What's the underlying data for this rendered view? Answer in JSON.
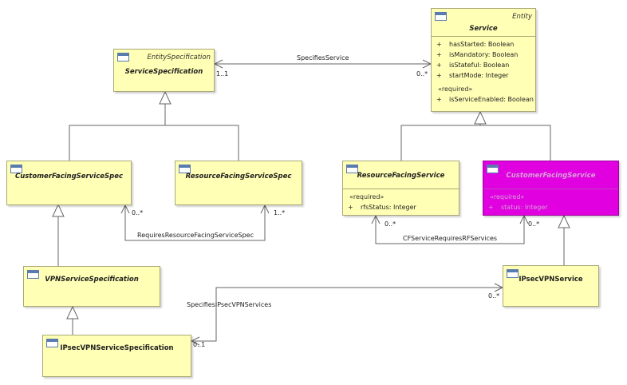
{
  "classes": {
    "service_spec": {
      "stereotype": "EntitySpecification",
      "name": "ServiceSpecification"
    },
    "service": {
      "stereotype": "Entity",
      "name": "Service",
      "attributes": [
        {
          "vis": "+",
          "text": "hasStarted: Boolean"
        },
        {
          "vis": "+",
          "text": "isMandatory: Boolean"
        },
        {
          "vis": "+",
          "text": "isStateful: Boolean"
        },
        {
          "vis": "+",
          "text": "startMode: Integer"
        }
      ],
      "required_label": "«required»",
      "required_attributes": [
        {
          "vis": "+",
          "text": "isServiceEnabled: Boolean"
        }
      ]
    },
    "cfs_spec": {
      "name": "CustomerFacingServiceSpec"
    },
    "rfs_spec": {
      "name": "ResourceFacingServiceSpec"
    },
    "rfs": {
      "name": "ResourceFacingService",
      "required_label": "«required»",
      "required_attributes": [
        {
          "vis": "+",
          "text": "rfsStatus: Integer"
        }
      ]
    },
    "cfs": {
      "name": "CustomerFacingService",
      "required_label": "«required»",
      "required_attributes": [
        {
          "vis": "+",
          "text": "status: Integer"
        }
      ]
    },
    "vpn_spec": {
      "name": "VPNServiceSpecification"
    },
    "ipsec_service": {
      "name": "IPsecVPNService"
    },
    "ipsec_spec": {
      "name": "IPsecVPNServiceSpecification"
    }
  },
  "associations": {
    "specifies_service": {
      "label": "SpecifiesService",
      "source_mult": "1..1",
      "target_mult": "0..*"
    },
    "requires_rfs_spec": {
      "label": "RequiresResourceFacingServiceSpec",
      "source_mult": "0..*",
      "target_mult": "1..*"
    },
    "cfs_requires_rfs": {
      "label": "CFServiceRequiresRFServices",
      "source_mult": "0..*",
      "target_mult": "0..*"
    },
    "specifies_ipsec": {
      "label": "SpecifiesIPsecVPNServices",
      "source_mult": "0..1",
      "target_mult": "0..*"
    }
  },
  "colors": {
    "class_fill": "#ffffb5",
    "highlight_fill": "#e000e0",
    "line": "#666666"
  }
}
